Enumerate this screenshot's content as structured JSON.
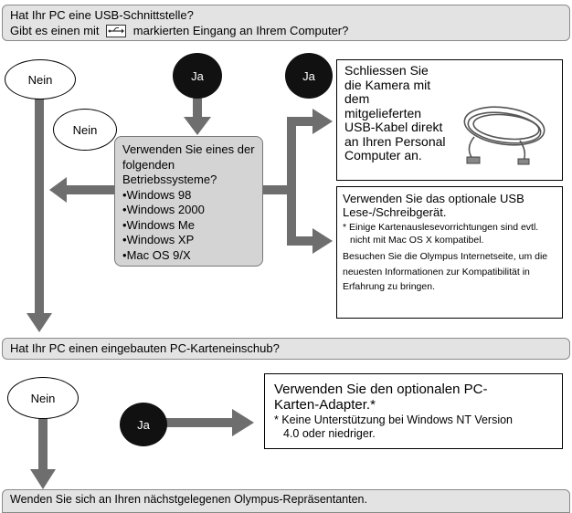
{
  "banner_usb": {
    "line1": "Hat Ihr PC eine USB-Schnittstelle?",
    "line2_pre": "Gibt es einen mit",
    "line2_post": "markierten Eingang an Ihrem Computer?"
  },
  "usb_icon": "usb-port-icon",
  "left_nein_1": "Nein",
  "mid_nein": "Nein",
  "ja_1": "Ja",
  "ja_2": "Ja",
  "ja_3": "Ja",
  "os_box": {
    "question": "Verwenden Sie eines der folgenden Betriebssysteme?",
    "items": [
      "Windows 98",
      "Windows 2000",
      "Windows Me",
      "Windows XP",
      "Mac OS 9/X"
    ]
  },
  "camera_box": {
    "text": "Schliessen Sie die Kamera mit dem mitgelieferten USB-Kabel direkt an Ihren Personal Computer an.",
    "image": "usb-cable-icon"
  },
  "reader_box": {
    "line1": "Verwenden Sie das optionale USB Lese-/Schreibgerät.",
    "note": "* Einige Kartenauslesevorrichtungen sind evtl. nicht mit Mac OS X kompatibel.",
    "info": "Besuchen Sie die Olympus Internetseite, um die neuesten Informationen zur Kompatibilität in Erfahrung zu bringen."
  },
  "banner_pc_card": "Hat Ihr PC einen eingebauten PC-Karteneinschub?",
  "left_nein_2": "Nein",
  "adapter_box": {
    "line1": "Verwenden Sie den optionalen PC-Karten-Adapter.*",
    "note": "* Keine Unterstützung bei Windows NT Version 4.0 oder niedriger."
  },
  "banner_contact": "Wenden Sie sich an Ihren nächstgelegenen Olympus-Repräsentanten.",
  "colors": {
    "banner_bg": "#e3e3e3",
    "arrow": "#6e6e6e",
    "os_box_bg": "#d4d4d4",
    "dot": "#111111"
  }
}
